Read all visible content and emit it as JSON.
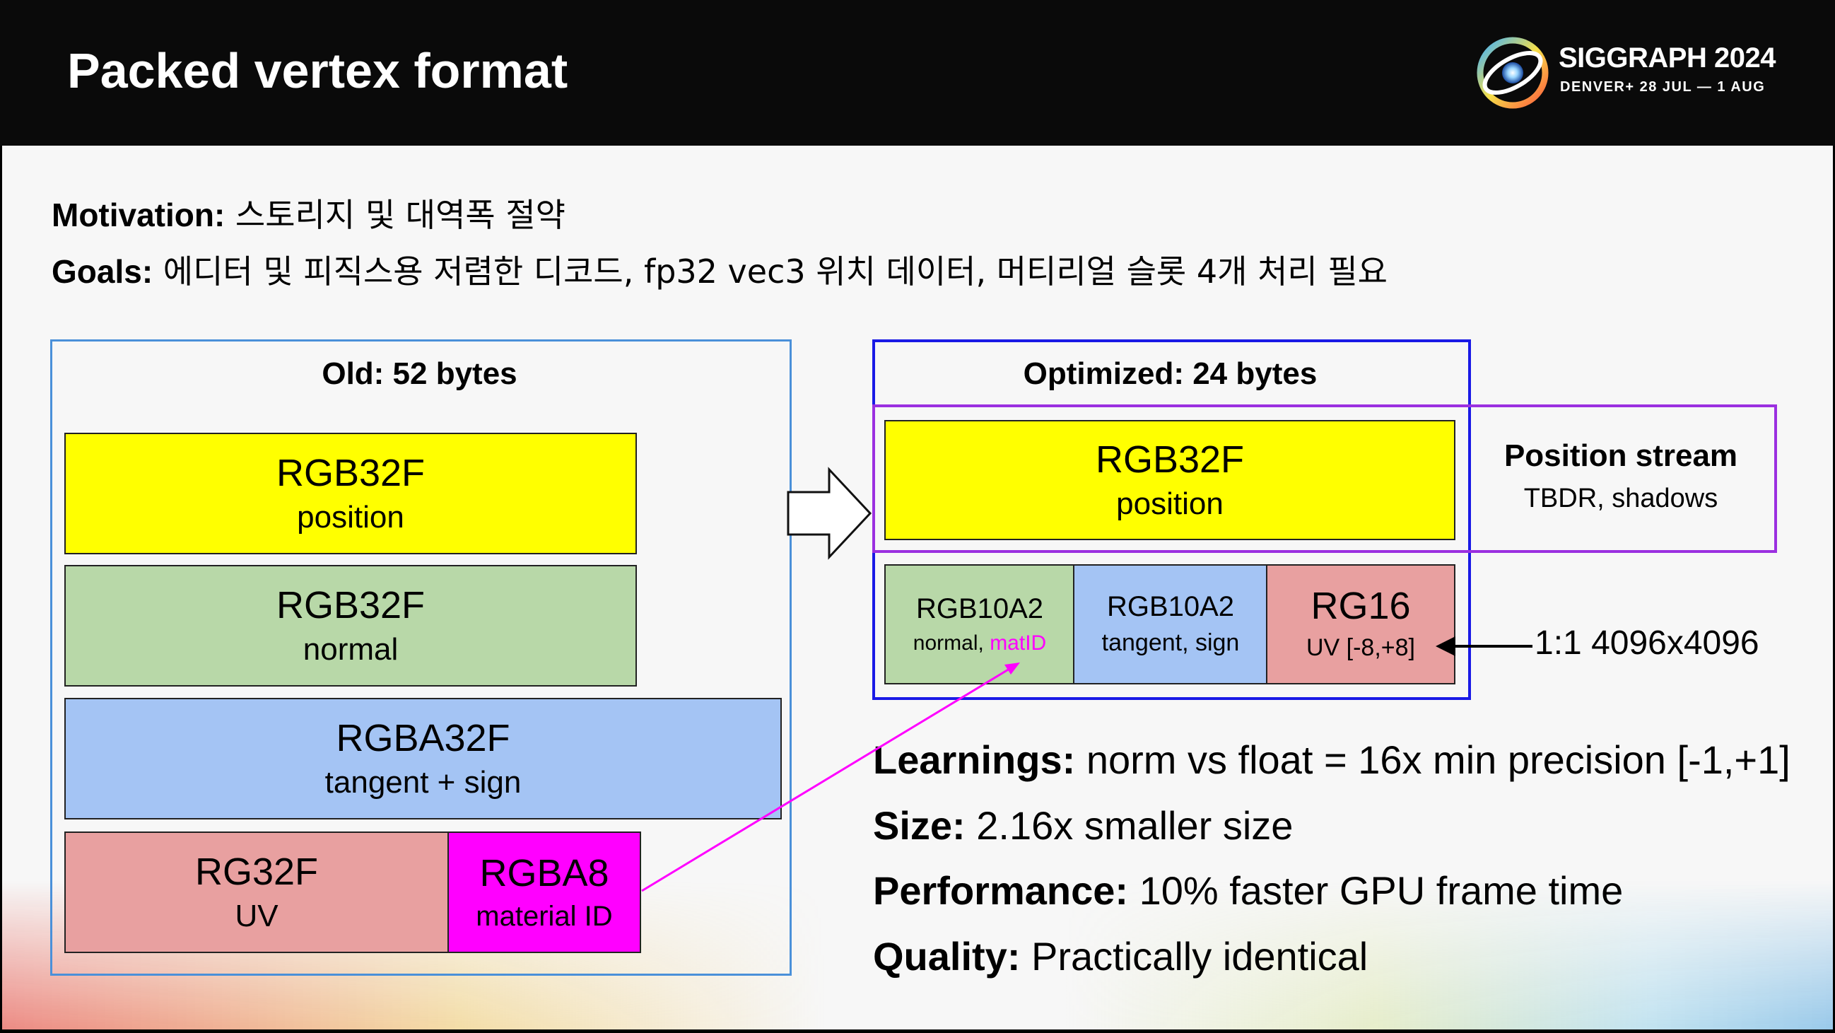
{
  "header": {
    "title": "Packed vertex format",
    "logo": {
      "name": "SIGGRAPH 2024",
      "tagline": "DENVER+ 28 JUL — 1 AUG"
    }
  },
  "intro": {
    "motivation_label": "Motivation:",
    "motivation_text": "스토리지 및 대역폭 절약",
    "goals_label": "Goals:",
    "goals_text": "에디터 및 피직스용 저렴한 디코드, fp32 vec3 위치 데이터, 머티리얼 슬롯 4개 처리 필요"
  },
  "old_format": {
    "title": "Old: 52 bytes",
    "fields": [
      {
        "format": "RGB32F",
        "label": "position",
        "color": "#ffff00"
      },
      {
        "format": "RGB32F",
        "label": "normal",
        "color": "#b8d8a8"
      },
      {
        "format": "RGBA32F",
        "label": "tangent + sign",
        "color": "#a4c4f4"
      },
      {
        "format": "RG32F",
        "label": "UV",
        "color": "#e8a0a0"
      },
      {
        "format": "RGBA8",
        "label": "material ID",
        "color": "#ff00ff"
      }
    ]
  },
  "optimized_format": {
    "title": "Optimized: 24 bytes",
    "position": {
      "format": "RGB32F",
      "label": "position",
      "color": "#ffff00"
    },
    "normal": {
      "format": "RGB10A2",
      "label": "normal,",
      "highlight": "matID",
      "color": "#b8d8a8"
    },
    "tangent": {
      "format": "RGB10A2",
      "label": "tangent, sign",
      "color": "#a4c4f4"
    },
    "uv": {
      "format": "RG16",
      "label": "UV [-8,+8]",
      "color": "#e8a0a0"
    }
  },
  "position_stream": {
    "title": "Position stream",
    "subtitle": "TBDR, shadows"
  },
  "uv_note": "1:1 4096x4096",
  "notes": [
    {
      "label": "Learnings:",
      "text": "norm vs float = 16x min precision [-1,+1]"
    },
    {
      "label": "Size:",
      "text": "2.16x smaller size"
    },
    {
      "label": "Performance:",
      "text": "10% faster GPU frame time"
    },
    {
      "label": "Quality:",
      "text": "Practically identical"
    }
  ],
  "colors": {
    "old_border": "#4a90d9",
    "optimized_border": "#1a1ae6",
    "stream_border": "#9b30e0",
    "matid_highlight": "#ff00ff"
  }
}
